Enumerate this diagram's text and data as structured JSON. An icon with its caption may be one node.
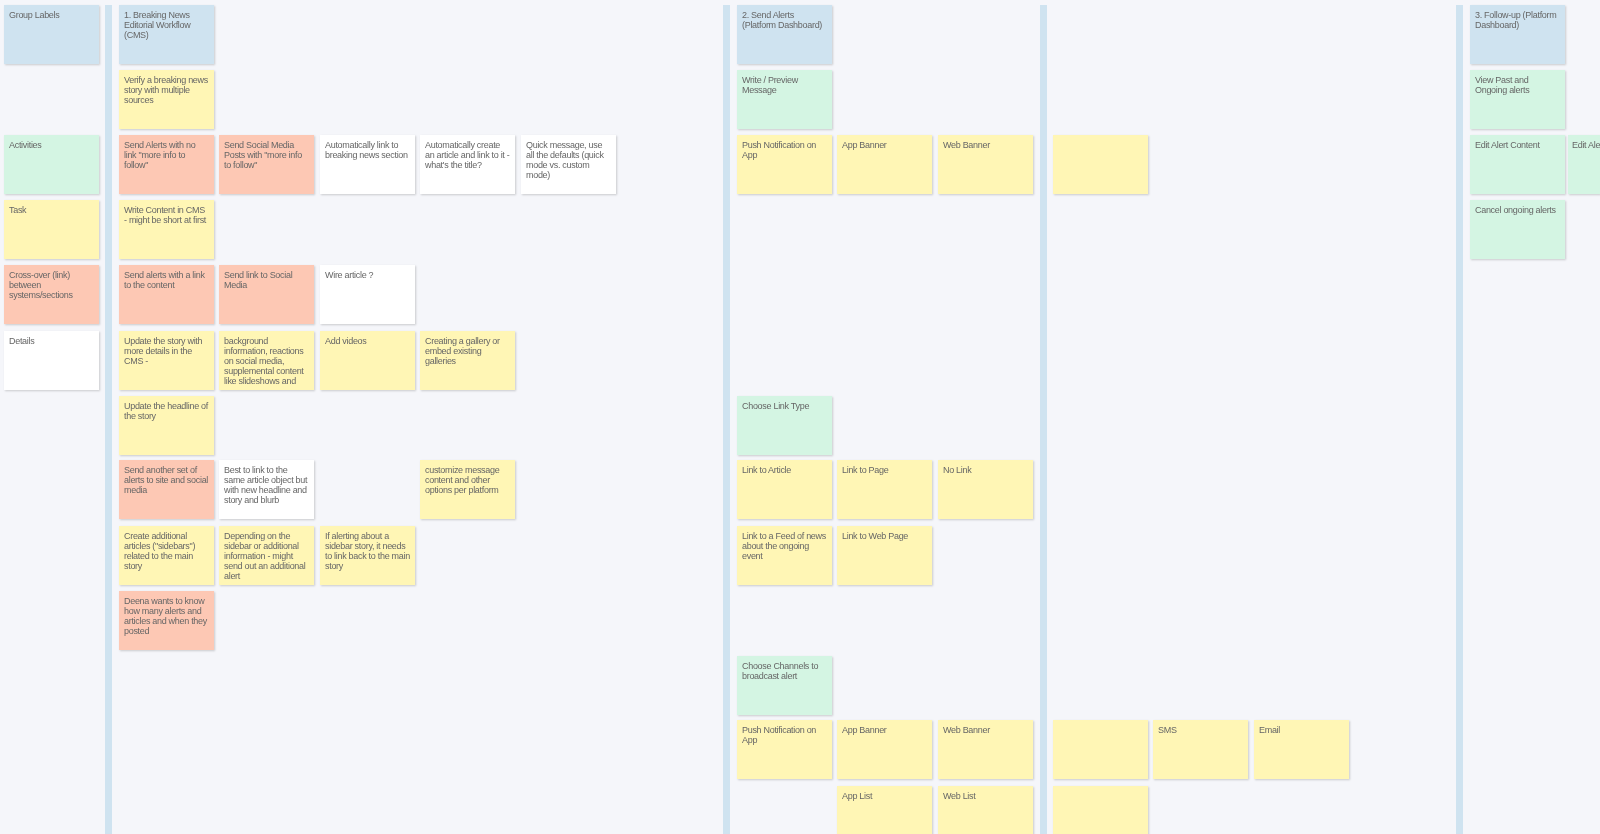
{
  "diagram": {
    "nodes": [
      {
        "text": [
          "Group Labels"
        ]
      },
      {
        "text": [
          "1. Breaking News Editorial Workflow (CMS)"
        ]
      },
      {
        "text": [
          "2. Send Alerts (Platform Dashboard)"
        ]
      },
      {
        "text": [
          "3. Follow-up (Platform Dashboard)"
        ]
      },
      {
        "text": [
          "Verify a breaking news story with multiple sources"
        ]
      },
      {
        "text": [
          "Write / Preview Message"
        ]
      },
      {
        "text": [
          "View Past and Ongoing alerts"
        ]
      },
      {
        "text": [
          "Activities"
        ]
      },
      {
        "text": [
          "Send Alerts with no link \"more info to follow\""
        ]
      },
      {
        "text": [
          "Send Social Media Posts with \"more info to follow\""
        ]
      },
      {
        "text": [
          "Automatically link to breaking news section"
        ]
      },
      {
        "text": [
          "Automatically create an article and link to it - what's the title?"
        ]
      },
      {
        "text": [
          "Quick message, use all the defaults (quick mode vs. custom mode)"
        ]
      },
      {
        "text": [
          "Push Notification on App"
        ]
      },
      {
        "text": [
          "App Banner"
        ]
      },
      {
        "text": [
          "Web Banner"
        ]
      },
      {
        "text": [],
        "shape": "box"
      },
      {
        "text": [
          "Edit Alert Content"
        ]
      },
      {
        "text": [
          "Edit Ale"
        ]
      },
      {
        "text": [
          "Task"
        ]
      },
      {
        "text": [
          "Write Content in CMS - might be short at first"
        ]
      },
      {
        "text": [
          "Cancel ongoing alerts"
        ]
      },
      {
        "text": [
          "Cross-over (link) between systems/sections"
        ]
      },
      {
        "text": [
          "Send alerts with a link to the content"
        ]
      },
      {
        "text": [
          "Send link to Social Media"
        ]
      },
      {
        "text": [
          "Wire article ?"
        ]
      },
      {
        "text": [
          "Details"
        ]
      },
      {
        "text": [
          "Update the story with more details in the CMS -"
        ]
      },
      {
        "text": [
          "background information, reactions on social media, supplemental content like slideshows and"
        ]
      },
      {
        "text": [
          "Add videos"
        ]
      },
      {
        "text": [
          "Creating a gallery or embed existing galleries"
        ]
      },
      {
        "text": [
          "Update the headline of the story"
        ]
      },
      {
        "text": [
          "Choose Link Type"
        ]
      },
      {
        "text": [
          "Send another set of alerts to site and social media"
        ]
      },
      {
        "text": [
          "Best to link to the same article object but with new headline and story and blurb"
        ]
      },
      {
        "text": [
          "customize message content and other options per platform"
        ]
      },
      {
        "text": [
          "Link to Article"
        ]
      },
      {
        "text": [
          "Link to Page"
        ]
      },
      {
        "text": [
          "No Link"
        ]
      },
      {
        "text": [
          "Create additional articles (\"sidebars\") related to the main story"
        ]
      },
      {
        "text": [
          "Depending on the sidebar or additional information - might send out an additional alert"
        ]
      },
      {
        "text": [
          "If alerting about a sidebar story, it needs to link back to the main story"
        ]
      },
      {
        "text": [
          "Link to a Feed of news about the ongoing event"
        ]
      },
      {
        "text": [
          "Link to Web Page"
        ]
      },
      {
        "text": [
          "Deena wants to know how many alerts and articles and when they posted"
        ]
      },
      {
        "text": [
          "Choose Channels to broadcast alert"
        ]
      },
      {
        "text": [
          "Push Notification on App"
        ]
      },
      {
        "text": [
          "App Banner"
        ]
      },
      {
        "text": [
          "Web Banner"
        ]
      },
      {
        "text": [],
        "shape": "box"
      },
      {
        "text": [
          "SMS"
        ]
      },
      {
        "text": [
          "Email"
        ]
      },
      {
        "text": [
          "App List"
        ]
      },
      {
        "text": [
          "Web List"
        ]
      },
      {
        "text": [],
        "shape": "box"
      }
    ]
  }
}
